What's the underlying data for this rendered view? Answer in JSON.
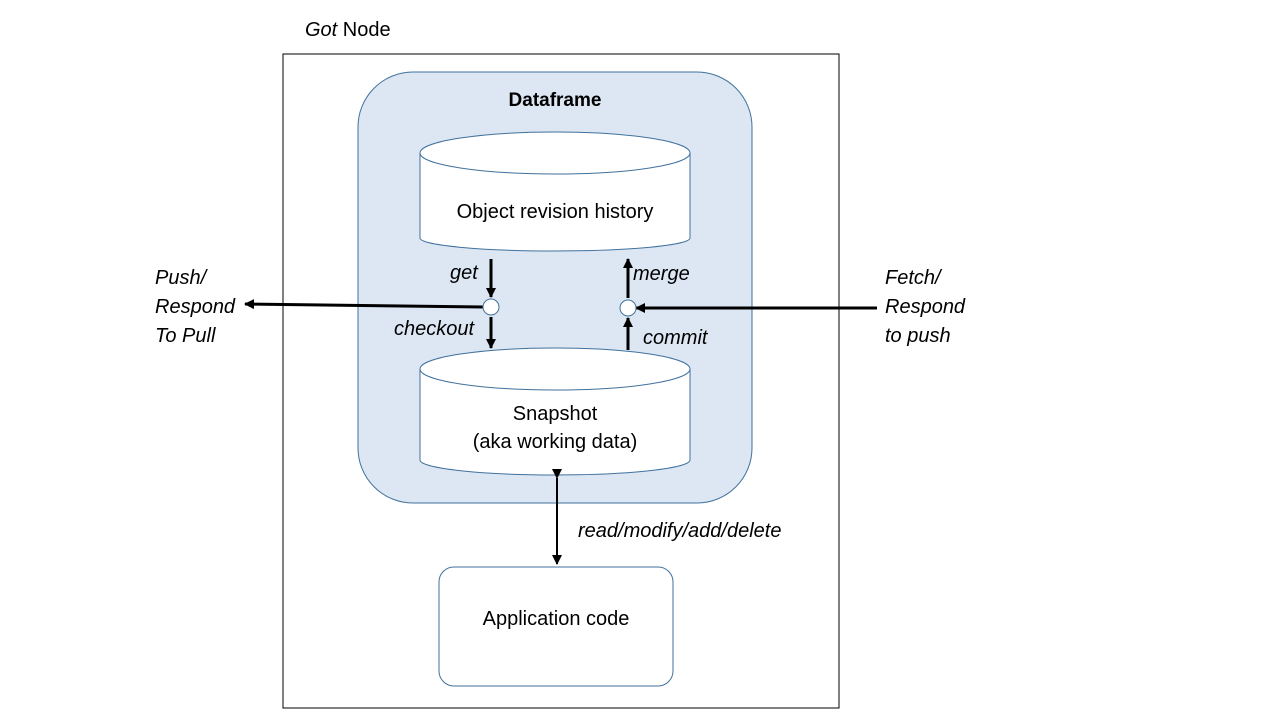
{
  "node_title": {
    "italic": "Got",
    "rest": " Node"
  },
  "dataframe": {
    "label": "Dataframe"
  },
  "stores": {
    "history": {
      "label": "Object revision history"
    },
    "snapshot": {
      "line1": "Snapshot",
      "line2": "(aka working data)"
    }
  },
  "edges": {
    "get": "get",
    "checkout": "checkout",
    "merge": "merge",
    "commit": "commit",
    "read_modify": "read/modify/add/delete"
  },
  "external": {
    "left": {
      "lines": [
        "Push/",
        "Respond",
        "To Pull"
      ]
    },
    "right": {
      "lines": [
        "Fetch/",
        "Respond",
        "to push"
      ]
    }
  },
  "app": {
    "label": "Application code"
  },
  "colors": {
    "dataframe_fill": "#dce7f3",
    "dataframe_stroke": "#41719c",
    "shape_stroke": "#41719c",
    "node_border": "#000000",
    "arrow": "#000000"
  }
}
